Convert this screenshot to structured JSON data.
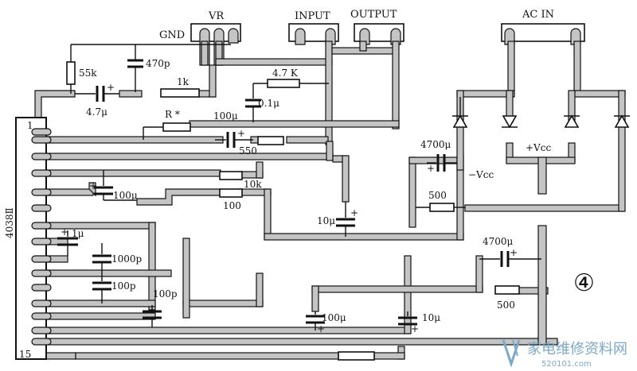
{
  "connectors": {
    "vr": "VR",
    "gnd": "GND",
    "input": "INPUT",
    "output": "OUTPUT",
    "ac_in": "AC IN"
  },
  "ic": {
    "part": "4038Ⅱ",
    "pin_first": "1",
    "pin_last": "15"
  },
  "components": {
    "r_55k": "55k",
    "c_470p": "470p",
    "c_4_7u": "4.7μ",
    "r_1k": "1k",
    "r_4_7k": "4.7 K",
    "c_0_1u": "0.1μ",
    "r_star": "R *",
    "c_100u_top": "100μ",
    "r_550": "550",
    "c_100u_left": "100μ",
    "r_10k": "10k",
    "r_100": "100",
    "c_10u_mid": "10μ",
    "c_1u": "1μ",
    "c_1000p": "1000p",
    "c_100p_a": "100p",
    "c_100p_b": "100p",
    "c_100u_bottom": "100μ",
    "c_10u_bottom": "10μ",
    "c_4700u_top": "4700μ",
    "c_4700u_bottom": "4700μ",
    "r_500_top": "500",
    "r_500_bottom": "500",
    "vcc_pos": "+Vcc",
    "vcc_neg": "−Vcc",
    "polarity": "+"
  },
  "figure_number": "④",
  "watermark": {
    "title": "家电维修资料网",
    "url": "520101.com"
  }
}
